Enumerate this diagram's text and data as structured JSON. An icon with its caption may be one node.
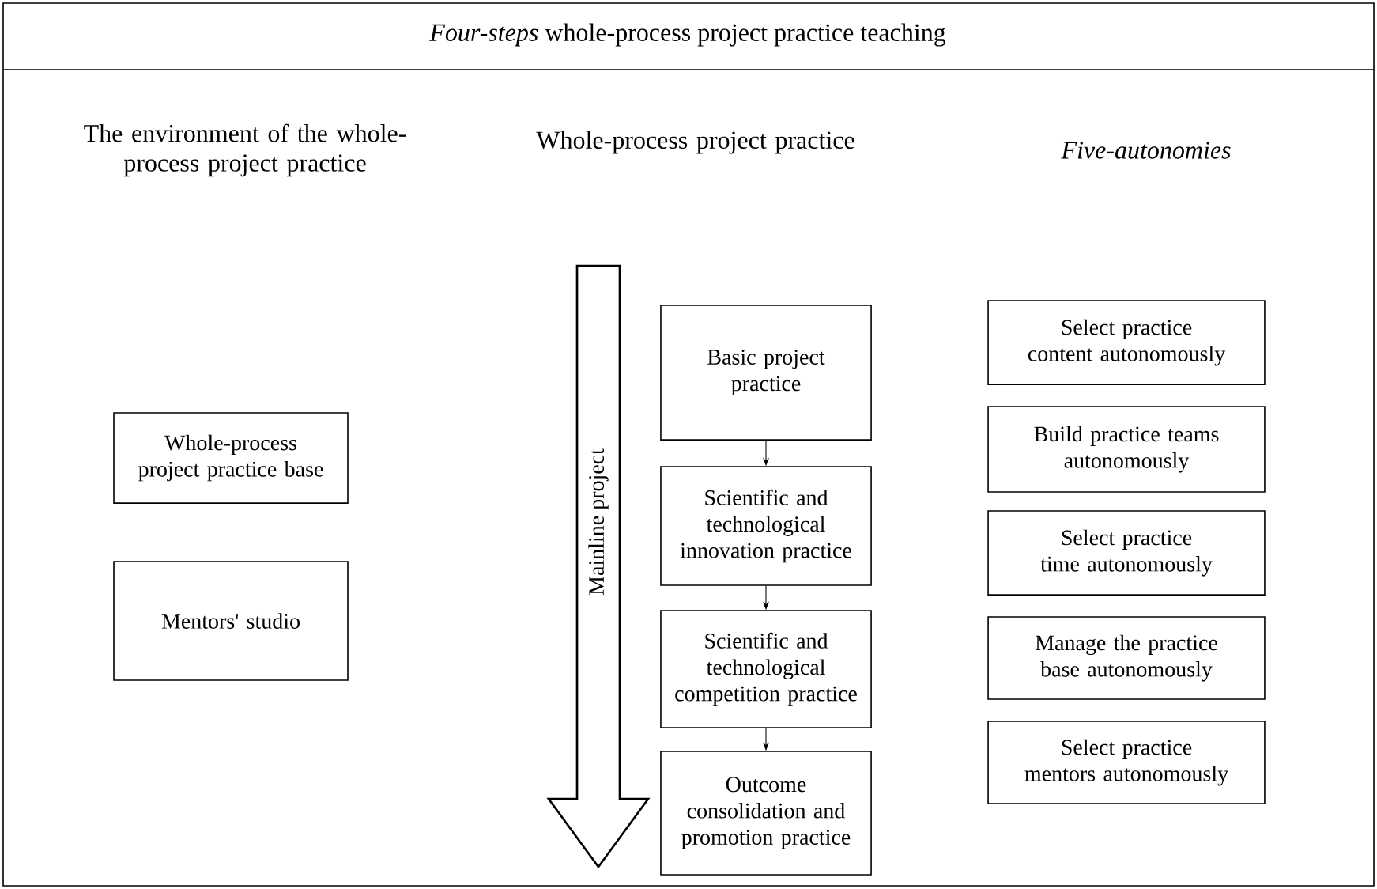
{
  "diagram": {
    "title": "*Four-steps* whole-process project practice teaching",
    "nodes": [
      {
        "text": [
          "Whole-process project practice base"
        ]
      },
      {
        "text": [
          "Mentors' studio"
        ]
      },
      {
        "text": [
          "Mainline project"
        ]
      },
      {
        "text": [
          "Basic project practice"
        ]
      },
      {
        "text": [
          "Scientific and technological innovation practice"
        ]
      },
      {
        "text": [
          "Scientific and technological competition practice"
        ]
      },
      {
        "text": [
          "Outcome consolidation and promotion practice"
        ]
      },
      {
        "text": [
          "Select practice content autonomously"
        ]
      },
      {
        "text": [
          "Build practice teams autonomously"
        ]
      },
      {
        "text": [
          "Select practice time autonomously"
        ]
      },
      {
        "text": [
          "Manage the practice base autonomously"
        ]
      },
      {
        "text": [
          "Select practice mentors autonomously"
        ]
      }
    ],
    "edges": [
      {
        "from": 3,
        "to": 4,
        "arrow": "to"
      },
      {
        "from": 4,
        "to": 5,
        "arrow": "to"
      },
      {
        "from": 5,
        "to": 6,
        "arrow": "to"
      }
    ],
    "labels": [
      "The environment of the whole-process project practice",
      "Whole-process project practice",
      "Five-autonomies"
    ]
  }
}
